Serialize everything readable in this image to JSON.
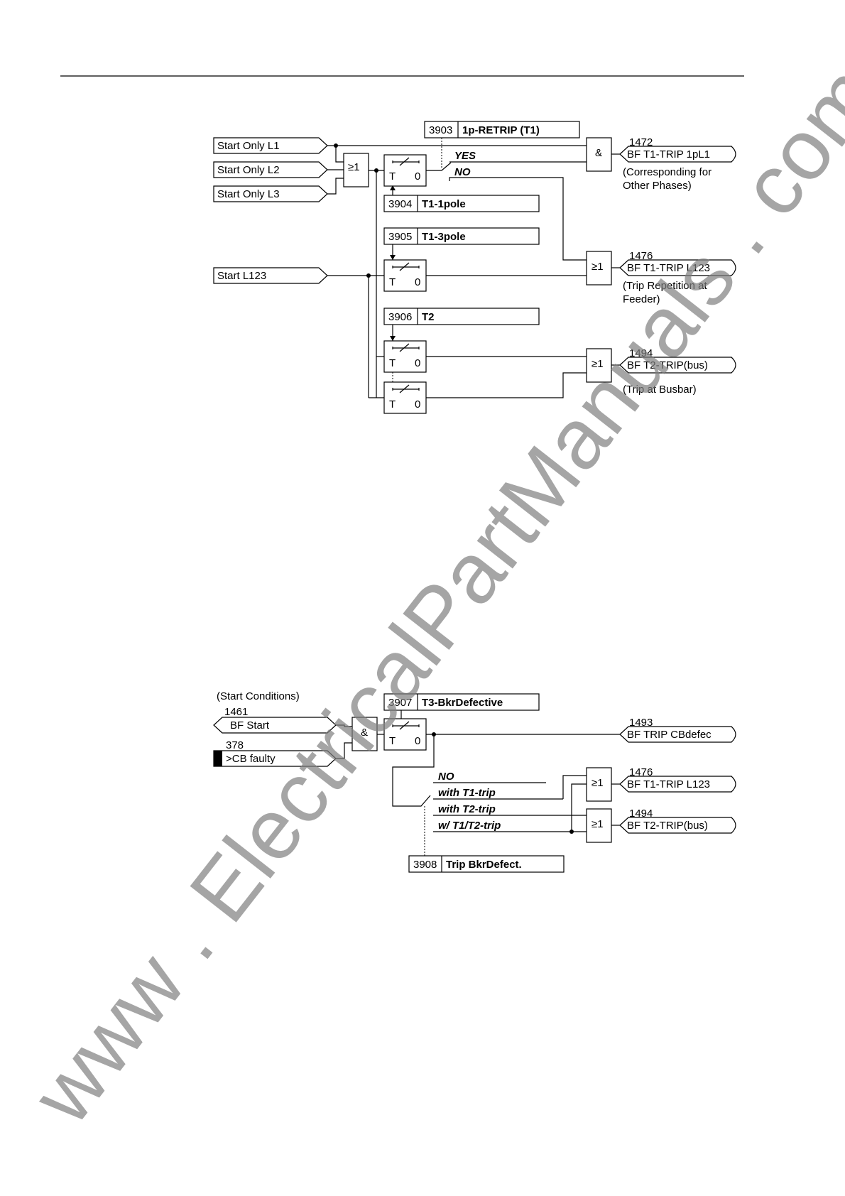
{
  "upper": {
    "inputs": {
      "start_only_l1": "Start Only L1",
      "start_only_l2": "Start Only L2",
      "start_only_l3": "Start Only L3",
      "start_l123": "Start L123"
    },
    "params": {
      "p3903": {
        "num": "3903",
        "name": "1p-RETRIP (T1)"
      },
      "p3904": {
        "num": "3904",
        "name": "T1-1pole"
      },
      "p3905": {
        "num": "3905",
        "name": "T1-3pole"
      },
      "p3906": {
        "num": "3906",
        "name": "T2"
      }
    },
    "switch_options": {
      "yes": "YES",
      "no": "NO"
    },
    "outputs": {
      "o1472": {
        "num": "1472",
        "label": "BF T1-TRIP 1pL1",
        "note1": "(Corresponding for",
        "note2": "Other Phases)"
      },
      "o1476": {
        "num": "1476",
        "label": "BF T1-TRIP L123",
        "note1": "(Trip Repetition at",
        "note2": "Feeder)"
      },
      "o1494": {
        "num": "1494",
        "label": "BF T2-TRIP(bus)",
        "note1": "(Trip at Busbar)"
      }
    }
  },
  "lower": {
    "start_conditions": "(Start Conditions)",
    "inputs": {
      "bf_start": {
        "num": "1461",
        "label": "BF Start"
      },
      "cb_faulty": {
        "num": "378",
        "label": ">CB faulty"
      }
    },
    "params": {
      "p3907": {
        "num": "3907",
        "name": "T3-BkrDefective"
      },
      "p3908": {
        "num": "3908",
        "name": "Trip BkrDefect."
      }
    },
    "switch_options": {
      "no": "NO",
      "with_t1": "with T1-trip",
      "with_t2": "with T2-trip",
      "with_t1t2": "w/  T1/T2-trip"
    },
    "outputs": {
      "o1493": {
        "num": "1493",
        "label": "BF TRIP CBdefec"
      },
      "o1476": {
        "num": "1476",
        "label": "BF T1-TRIP L123"
      },
      "o1494": {
        "num": "1494",
        "label": "BF T2-TRIP(bus)"
      }
    }
  },
  "gates": {
    "or": "≥1",
    "and": "&"
  },
  "timer": {
    "t": "T",
    "zero": "0"
  },
  "watermark": "www . ElectricalPartManuals . com"
}
